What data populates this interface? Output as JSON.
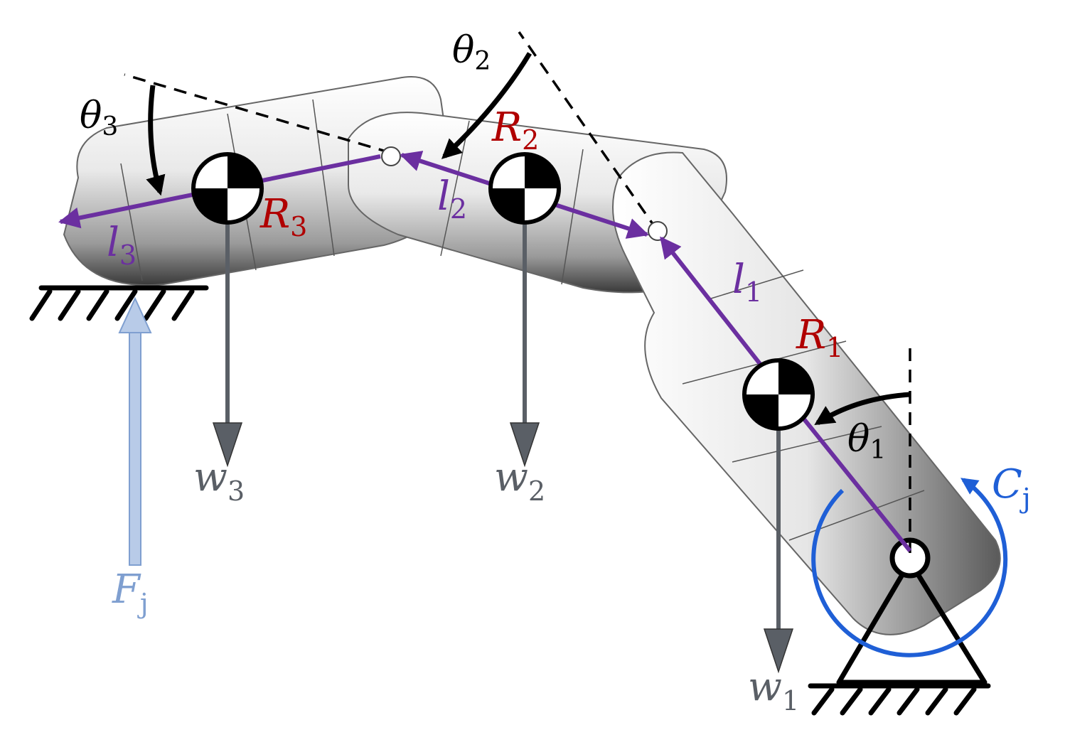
{
  "colors": {
    "link": "#6b2fa0",
    "joint_label": "#b00000",
    "weight": "#5a5f66",
    "contact_force": "#7f9fd0",
    "torque": "#1f5fd6",
    "angle": "#000000",
    "body_light": "#f4f4f4",
    "body_dark": "#3a3a3a"
  },
  "labels": {
    "theta1": {
      "base": "θ",
      "sub": "1"
    },
    "theta2": {
      "base": "θ",
      "sub": "2"
    },
    "theta3": {
      "base": "θ",
      "sub": "3"
    },
    "l1": {
      "base": "l",
      "sub": "1"
    },
    "l2": {
      "base": "l",
      "sub": "2"
    },
    "l3": {
      "base": "l",
      "sub": "3"
    },
    "R1": {
      "base": "R",
      "sub": "1"
    },
    "R2": {
      "base": "R",
      "sub": "2"
    },
    "R3": {
      "base": "R",
      "sub": "3"
    },
    "w1": {
      "base": "w",
      "sub": "1"
    },
    "w2": {
      "base": "w",
      "sub": "2"
    },
    "w3": {
      "base": "w",
      "sub": "3"
    },
    "Fj": {
      "base": "F",
      "sub": "j"
    },
    "Cj": {
      "base": "C",
      "sub": "j"
    }
  }
}
